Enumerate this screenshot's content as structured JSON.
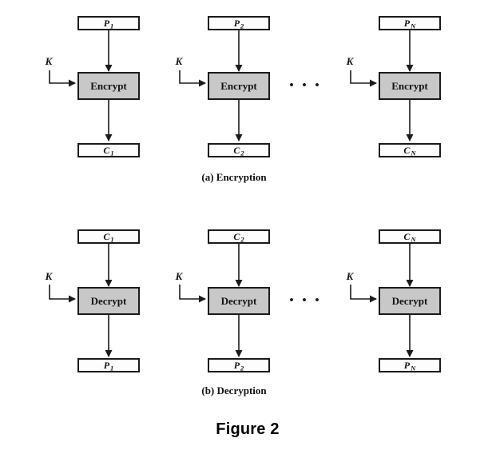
{
  "figure": {
    "caption": "Figure 2",
    "colors": {
      "process_fill": "#c8c8c8",
      "io_fill": "#fdfdfd",
      "line": "#1b1b1b"
    },
    "sections": [
      {
        "caption": "(a) Encryption",
        "process_label": "Encrypt",
        "key_label": "K",
        "ellipsis": "• • •",
        "columns": [
          {
            "top": "P",
            "top_sub": "1",
            "bottom": "C",
            "bottom_sub": "1"
          },
          {
            "top": "P",
            "top_sub": "2",
            "bottom": "C",
            "bottom_sub": "2"
          },
          {
            "top": "P",
            "top_sub": "N",
            "bottom": "C",
            "bottom_sub": "N"
          }
        ]
      },
      {
        "caption": "(b) Decryption",
        "process_label": "Decrypt",
        "key_label": "K",
        "ellipsis": "• • •",
        "columns": [
          {
            "top": "C",
            "top_sub": "1",
            "bottom": "P",
            "bottom_sub": "1"
          },
          {
            "top": "C",
            "top_sub": "2",
            "bottom": "P",
            "bottom_sub": "2"
          },
          {
            "top": "C",
            "top_sub": "N",
            "bottom": "P",
            "bottom_sub": "N"
          }
        ]
      }
    ]
  }
}
